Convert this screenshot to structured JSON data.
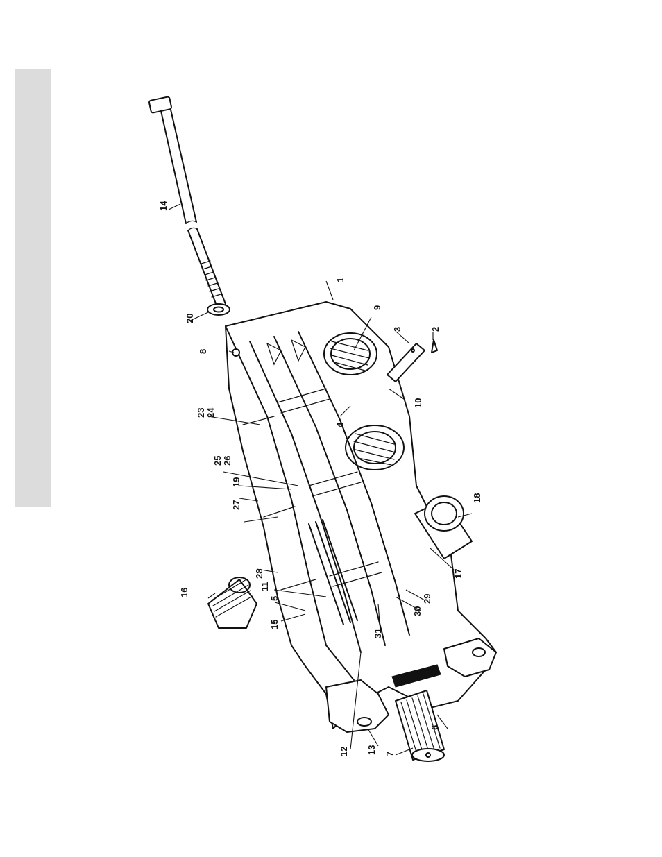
{
  "callouts": [
    {
      "label": "1"
    },
    {
      "label": "2"
    },
    {
      "label": "3"
    },
    {
      "label": "4"
    },
    {
      "label": "5"
    },
    {
      "label": "6"
    },
    {
      "label": "7"
    },
    {
      "label": "8"
    },
    {
      "label": "9"
    },
    {
      "label": "10"
    },
    {
      "label": "11"
    },
    {
      "label": "12"
    },
    {
      "label": "13"
    },
    {
      "label": "14"
    },
    {
      "label": "15"
    },
    {
      "label": "16"
    },
    {
      "label": "17"
    },
    {
      "label": "18"
    },
    {
      "label": "19"
    },
    {
      "label": "20"
    },
    {
      "label": "23"
    },
    {
      "label": "24"
    },
    {
      "label": "25"
    },
    {
      "label": "26"
    },
    {
      "label": "27"
    },
    {
      "label": "28"
    },
    {
      "label": "29"
    },
    {
      "label": "30"
    },
    {
      "label": "31"
    }
  ]
}
